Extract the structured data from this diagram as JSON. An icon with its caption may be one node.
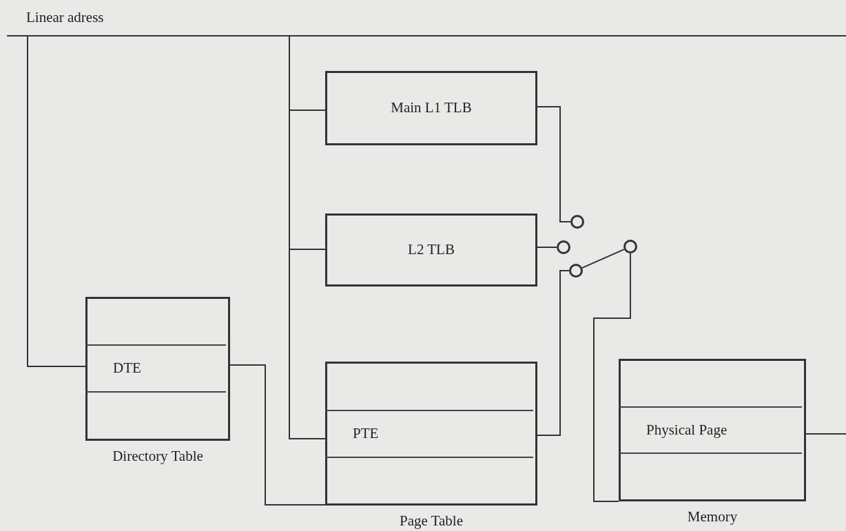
{
  "diagram": {
    "nodes": [
      {
        "text": [
          "Linear adress"
        ]
      },
      {
        "text": [
          "Main L1 TLB"
        ]
      },
      {
        "text": [
          "L2 TLB"
        ]
      },
      {
        "text": [
          "Directory Table"
        ]
      },
      {
        "text": [
          "DTE"
        ],
        "in": 3
      },
      {
        "text": [
          "Page Table"
        ]
      },
      {
        "text": [
          "PTE"
        ],
        "in": 5
      },
      {
        "text": [
          "Memory"
        ]
      },
      {
        "text": [
          "Physical Page"
        ],
        "in": 7
      },
      {
        "text": [],
        "shape": "circle"
      },
      {
        "text": [],
        "shape": "circle"
      },
      {
        "text": [],
        "shape": "circle"
      },
      {
        "text": [],
        "shape": "circle"
      }
    ],
    "edges": [
      {
        "from": 0,
        "to": 4,
        "arrow": "none"
      },
      {
        "from": 0,
        "to": 1,
        "arrow": "none"
      },
      {
        "from": 0,
        "to": 2,
        "arrow": "none"
      },
      {
        "from": 0,
        "to": 6,
        "arrow": "none"
      },
      {
        "from": 1,
        "to": 9,
        "arrow": "none"
      },
      {
        "from": 2,
        "to": 10,
        "arrow": "none"
      },
      {
        "from": 6,
        "to": 11,
        "arrow": "none"
      },
      {
        "from": 11,
        "to": 12,
        "arrow": "none"
      },
      {
        "from": 12,
        "to": 7,
        "arrow": "none"
      },
      {
        "from": 4,
        "to": 5,
        "arrow": "none"
      },
      {
        "from": 8,
        "to": null,
        "arrow": "none"
      }
    ]
  }
}
